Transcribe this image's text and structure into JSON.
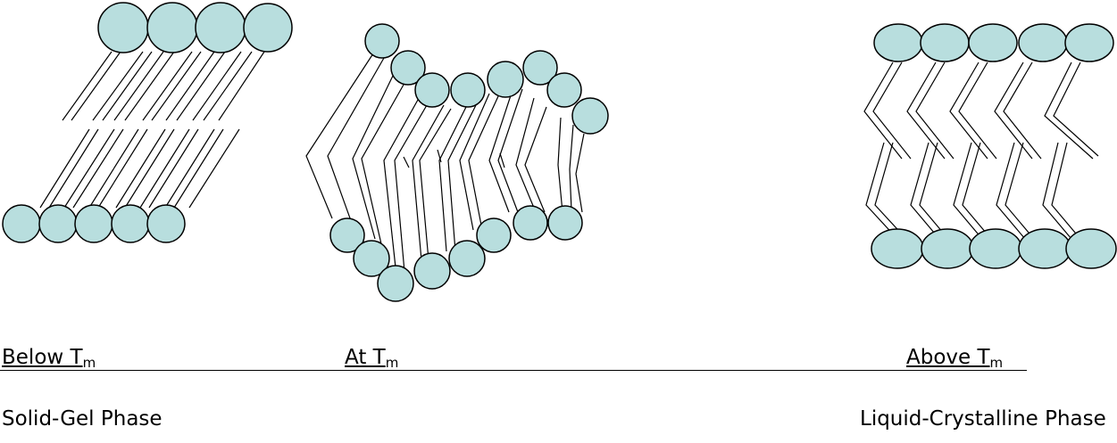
{
  "colors": {
    "head_fill": "#b8dede",
    "stroke": "#000000",
    "background": "#ffffff"
  },
  "states": [
    {
      "label": "Below T",
      "subscript": "m",
      "phase": "Solid-Gel Phase"
    },
    {
      "label": "At T",
      "subscript": "m",
      "phase": ""
    },
    {
      "label": "Above T",
      "subscript": "m",
      "phase": "Liquid-Crystalline Phase"
    }
  ]
}
